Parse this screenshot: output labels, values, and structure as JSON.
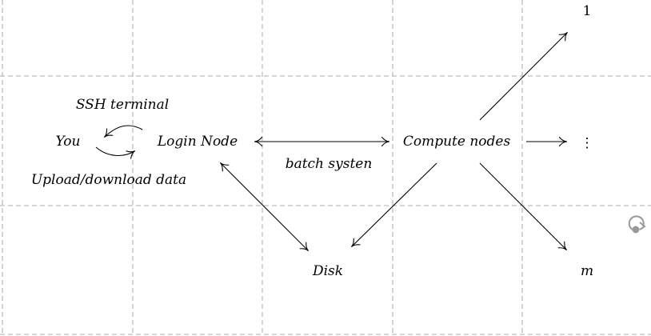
{
  "nodes": {
    "you": "You",
    "login": "Login Node",
    "compute": "Compute nodes",
    "disk": "Disk",
    "node_first": "1",
    "node_dots": "⋮",
    "node_last": "m"
  },
  "edge_labels": {
    "ssh": "SSH terminal",
    "upload": "Upload/download data",
    "batch": "batch systen"
  },
  "icons": {
    "refresh": "refresh-icon"
  }
}
